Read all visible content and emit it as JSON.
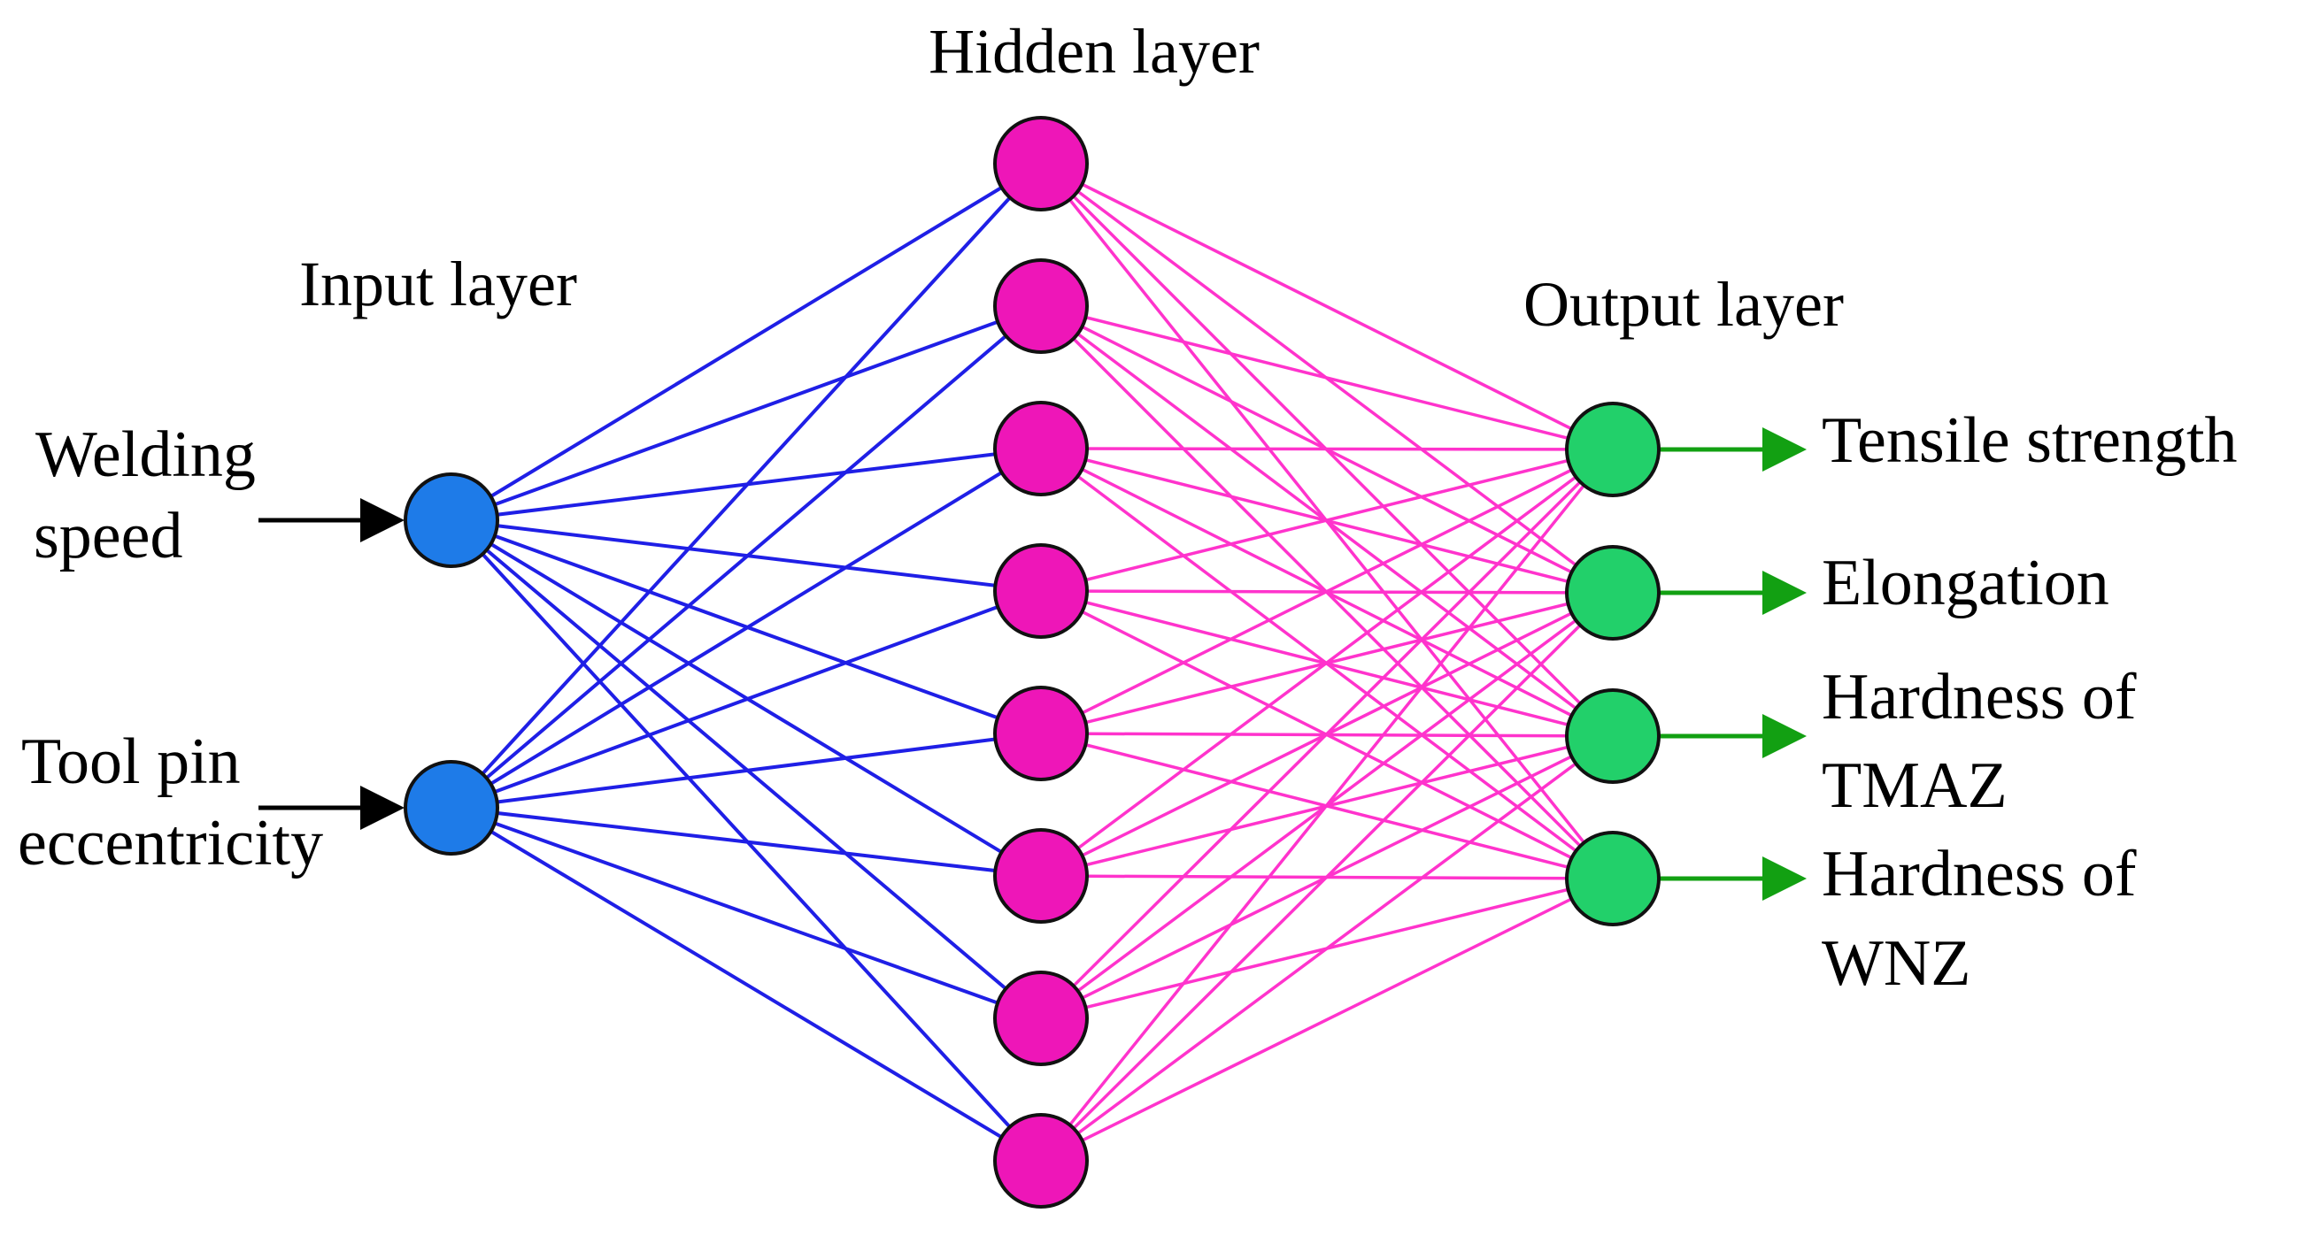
{
  "layers": {
    "input": {
      "title": "Input layer",
      "node_count": 2
    },
    "hidden": {
      "title": "Hidden layer",
      "node_count": 8
    },
    "output": {
      "title": "Output layer",
      "node_count": 4
    }
  },
  "inputs": [
    {
      "lines": [
        "Welding",
        "speed"
      ]
    },
    {
      "lines": [
        "Tool pin",
        "eccentricity"
      ]
    }
  ],
  "outputs": [
    {
      "lines": [
        "Tensile strength"
      ]
    },
    {
      "lines": [
        "Elongation"
      ]
    },
    {
      "lines": [
        "Hardness of",
        "TMAZ"
      ]
    },
    {
      "lines": [
        "Hardness of",
        "WNZ"
      ]
    }
  ],
  "colors": {
    "input_node": "#1e7be8",
    "hidden_node": "#ee16b8",
    "output_node": "#22d06a",
    "input_hidden_edge": "#1f1fe6",
    "hidden_output_edge": "#ff33cc",
    "input_arrow": "#000000",
    "output_arrow": "#12a012",
    "node_outline": "#111111"
  }
}
